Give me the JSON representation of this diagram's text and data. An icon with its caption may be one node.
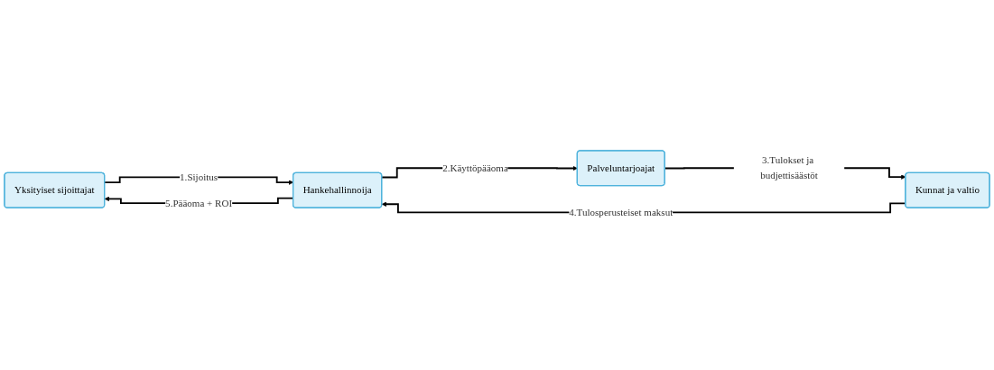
{
  "diagram": {
    "nodes": [
      {
        "text": [
          "Yksityiset sijoittajat"
        ]
      },
      {
        "text": [
          "Hankehallinnoija"
        ]
      },
      {
        "text": [
          "Kunnat ja valtio"
        ]
      },
      {
        "text": [
          "Palveluntarjoajat"
        ]
      }
    ],
    "edges": [
      {
        "from": 0,
        "to": 1,
        "arrow": "to",
        "label": "1.Sijoitus"
      },
      {
        "from": 1,
        "to": 3,
        "arrow": "to",
        "label": "2.Käyttöpääoma"
      },
      {
        "from": 3,
        "to": 2,
        "arrow": "to",
        "label": "3.Tulokset ja budjettisäästöt"
      },
      {
        "from": 2,
        "to": 1,
        "arrow": "to",
        "label": "4.Tulosperusteiset maksut"
      },
      {
        "from": 1,
        "to": 0,
        "arrow": "to",
        "label": "5.Pääoma + ROI"
      }
    ]
  }
}
